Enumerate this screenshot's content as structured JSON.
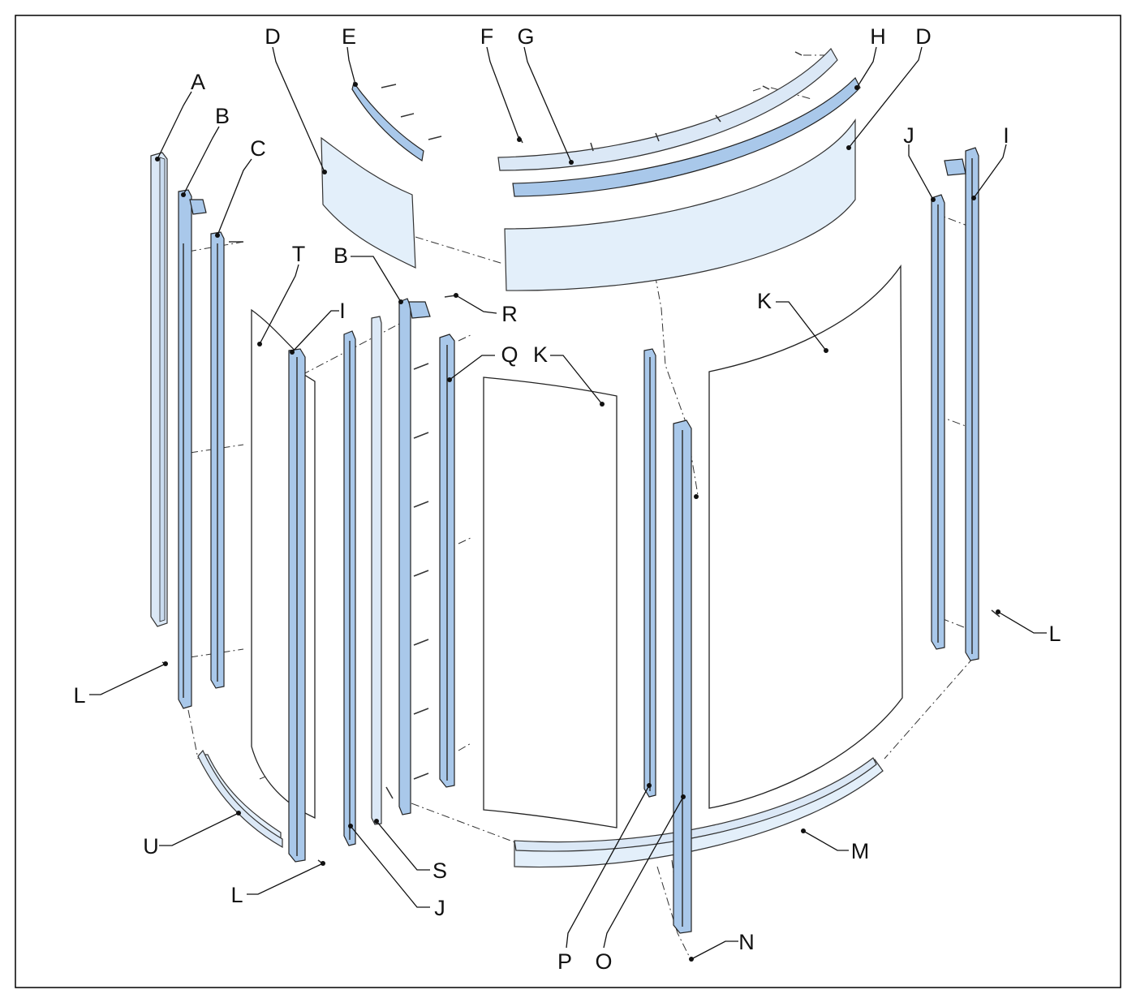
{
  "labels": {
    "A": "A",
    "B": "B",
    "C": "C",
    "D": "D",
    "E": "E",
    "F": "F",
    "G": "G",
    "H": "H",
    "I": "I",
    "J": "J",
    "K": "K",
    "L": "L",
    "M": "M",
    "N": "N",
    "O": "O",
    "P": "P",
    "Q": "Q",
    "R": "R",
    "S": "S",
    "T": "T",
    "U": "U"
  },
  "colors": {
    "profile": "#a9c8ea",
    "panel": "#e3effa",
    "glass": "#ffffff",
    "outline": "#222222"
  }
}
